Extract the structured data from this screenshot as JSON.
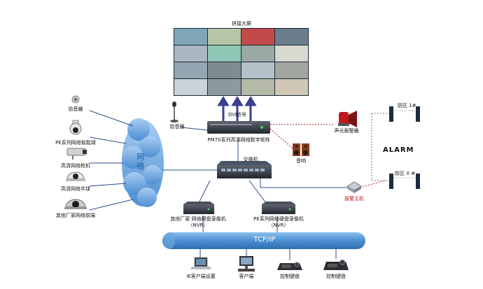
{
  "diagram": {
    "video_wall_title": "拼接大屏",
    "dvi_label": "DVI信号",
    "pickup_top_label": "拾音器",
    "pickup_left_label": "拾音器",
    "matrix_label": "PM70系列高清网络数字矩阵",
    "speaker_label": "音响",
    "siren_label": "声光报警器",
    "alarm_title": "ALARM",
    "zone_1_label": "防区 1#",
    "zone_x_label": "防区 X #",
    "alarm_host_label": "报警主机",
    "switch_label": "交换机",
    "cloud_label": "网络",
    "camera_labels": [
      "PE系列网络智能球",
      "高清网络枪机",
      "高清网络半球",
      "其他厂家网络前端"
    ],
    "nvr_other_label_1": "其他厂家 网络硬盘录像机",
    "nvr_other_label_2": "（NVR）",
    "nvr_pe_label_1": "PE系列网络硬盘录像机",
    "nvr_pe_label_2": "（NVR）",
    "bus_label": "TCP/IP",
    "client_labels": [
      "IE客户端设置",
      "客户端",
      "控制键盘",
      "控制键盘"
    ],
    "colors": {
      "bus": "#4a8fd0",
      "cloud": "#6ea8e0",
      "alarm_red": "#c0181c",
      "line": "#2b4e8a"
    }
  }
}
